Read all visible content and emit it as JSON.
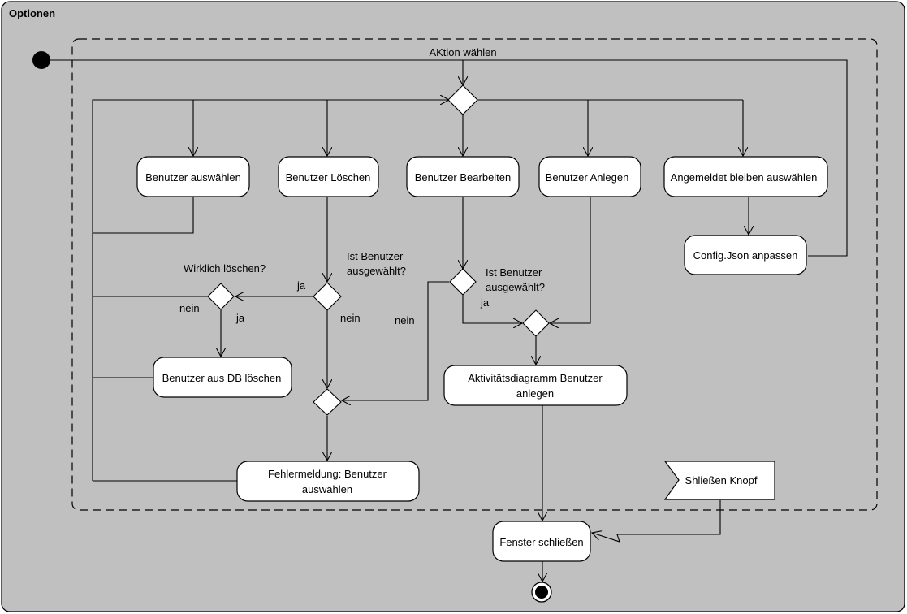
{
  "frame": {
    "title": "Optionen",
    "background": "#c0c0c0"
  },
  "actions": {
    "benutzer_auswaehlen": "Benutzer auswählen",
    "benutzer_loeschen": "Benutzer Löschen",
    "benutzer_bearbeiten": "Benutzer Bearbeiten",
    "benutzer_anlegen": "Benutzer Anlegen",
    "angemeldet_bleiben": "Angemeldet bleiben auswählen",
    "config_json": "Config.Json anpassen",
    "aus_db_loeschen": "Benutzer aus DB löschen",
    "fehlermeldung_1": "Fehlermeldung: Benutzer",
    "fehlermeldung_2": "auswählen",
    "aktivitaet_1": "Aktivitätsdiagramm Benutzer",
    "aktivitaet_2": "anlegen",
    "fenster_schliessen": "Fenster schließen",
    "schliessen_knopf": "Shließen Knopf"
  },
  "labels": {
    "aktion_waehlen": "AKtion wählen",
    "wirklich_loeschen": "Wirklich löschen?",
    "ist_benutzer_1a": "Ist Benutzer",
    "ist_benutzer_1b": "ausgewählt?",
    "ist_benutzer_2a": "Ist Benutzer",
    "ist_benutzer_2b": "ausgewählt?",
    "ja_1": "ja",
    "ja_2": "ja",
    "ja_3": "ja",
    "nein_1": "nein",
    "nein_2": "nein",
    "nein_3": "nein"
  }
}
